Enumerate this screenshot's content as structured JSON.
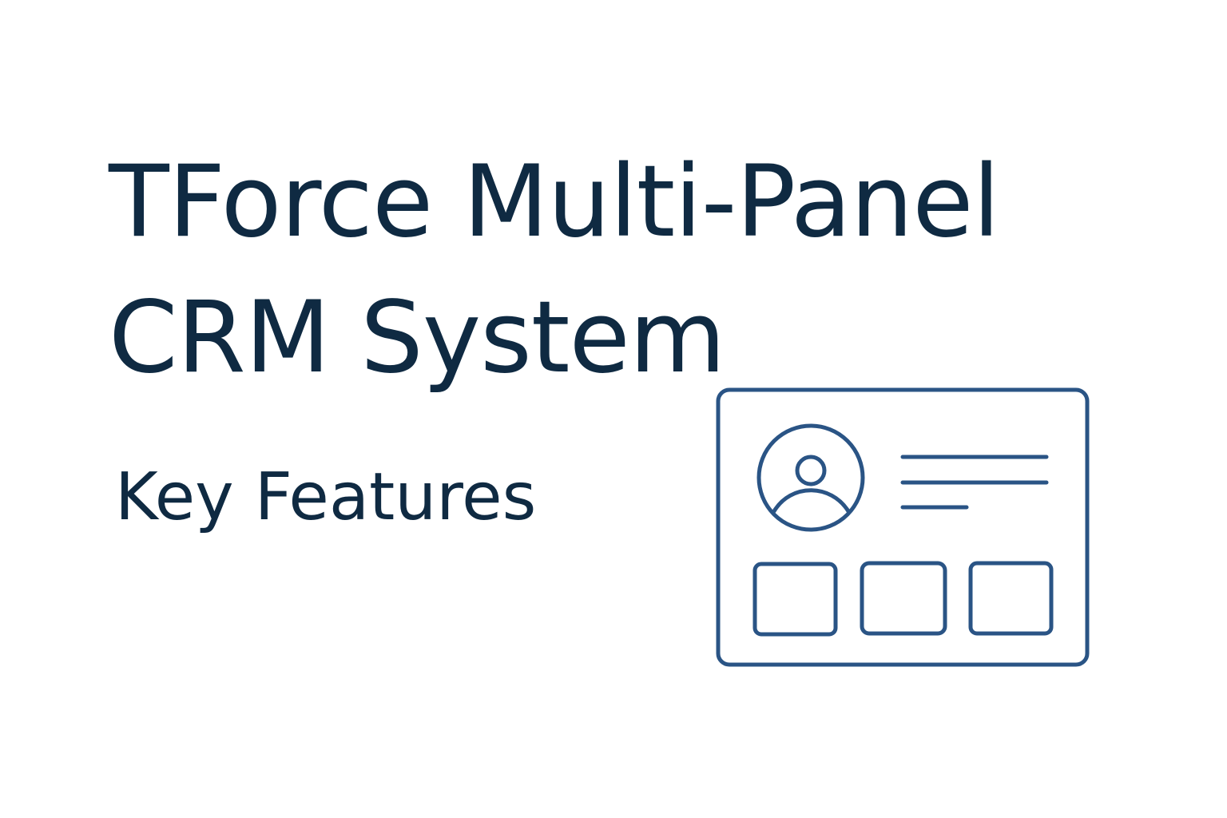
{
  "slide": {
    "title_lines": [
      "TForce Multi-Panel",
      "CRM System"
    ],
    "subtitle": "Key Features"
  },
  "illustration": {
    "icon": "crm-dashboard-icon",
    "stroke_color": "#2a5485",
    "elements": [
      "window-frame",
      "user-avatar",
      "text-lines",
      "three-panels"
    ]
  },
  "colors": {
    "text": "#0f2a42",
    "accent": "#2a5485",
    "background": "#ffffff"
  }
}
